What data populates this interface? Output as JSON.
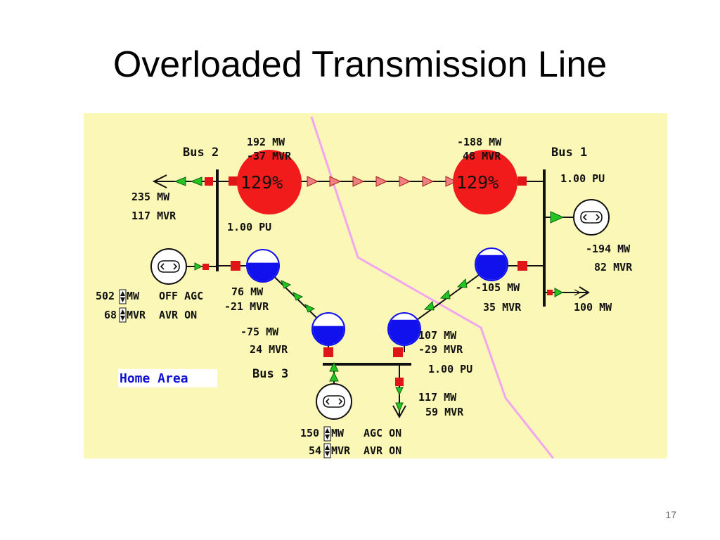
{
  "slide": {
    "title": "Overloaded Transmission Line",
    "page_number": "17"
  },
  "colors": {
    "background": "#fbf7b6",
    "overload_red": "#f21b1b",
    "arrow_green": "#22c522",
    "arrow_red": "#f08080",
    "breaker_red": "#e01616",
    "area_boundary": "#f2a6f0",
    "meter_blue": "#1111ee"
  },
  "buses": {
    "bus1": {
      "name": "Bus 1",
      "voltage": "1.00 PU"
    },
    "bus2": {
      "name": "Bus 2",
      "voltage": "1.00 PU"
    },
    "bus3": {
      "name": "Bus 3",
      "voltage": "1.00 PU"
    }
  },
  "lines": {
    "line12": {
      "bus2_end_mw": "192 MW",
      "bus2_end_mvr": "-37 MVR",
      "bus1_end_mw": "-188 MW",
      "bus1_end_mvr": "48 MVR",
      "loading_bus2": "129%",
      "loading_bus1": "129%"
    },
    "line23": {
      "bus2_end_mw": "76 MW",
      "bus2_end_mvr": "-21 MVR",
      "bus3_end_mw": "-75 MW",
      "bus3_end_mvr": "24 MVR",
      "fill_fraction": 0.6
    },
    "line13": {
      "bus1_end_mw": "-105 MW",
      "bus1_end_mvr": "35 MVR",
      "bus3_end_mw": "107 MW",
      "bus3_end_mvr": "-29 MVR",
      "fill_fraction": 0.8
    }
  },
  "loads": {
    "bus2_load": {
      "mw": "235 MW",
      "mvr": "117 MVR"
    },
    "bus1_load": {
      "mw": "100 MW"
    },
    "bus3_load": {
      "mw": "117 MW",
      "mvr": "59 MVR"
    }
  },
  "generators": {
    "bus2_gen": {
      "mw_value": "502",
      "mw_unit": "MW",
      "mvr_value": "68",
      "mvr_unit": "MVR",
      "agc": "OFF AGC",
      "avr": "AVR ON"
    },
    "bus1_gen": {
      "mw": "-194 MW",
      "mvr": "82 MVR"
    },
    "bus3_gen": {
      "mw_value": "150",
      "mw_unit": "MW",
      "mvr_value": "54",
      "mvr_unit": "MVR",
      "agc": "AGC ON",
      "avr": "AVR ON"
    }
  },
  "area": {
    "name": "Home Area"
  }
}
